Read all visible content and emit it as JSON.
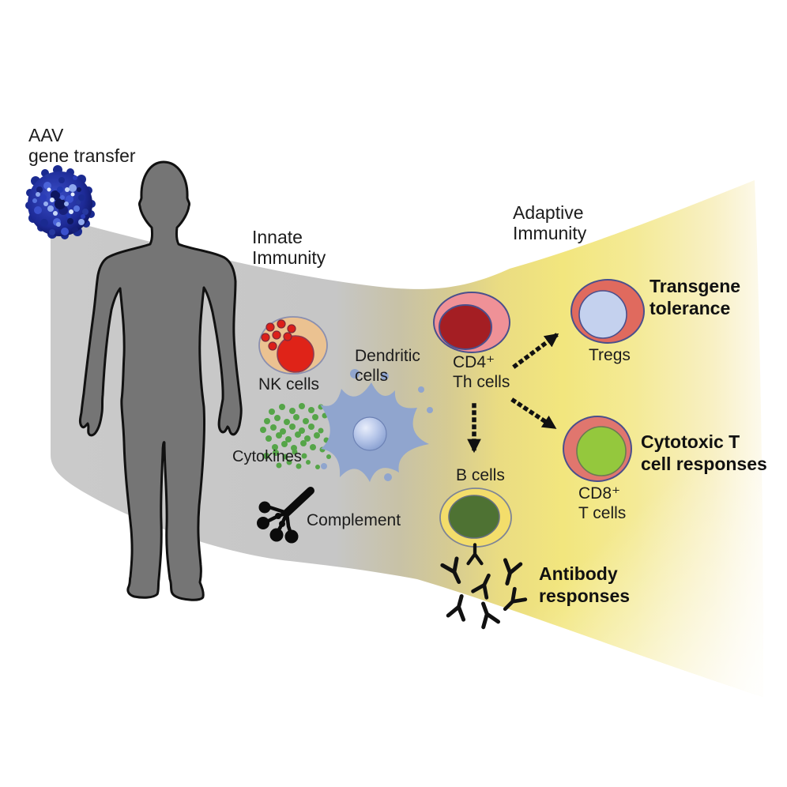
{
  "figure": {
    "description_labels": {
      "aav": "AAV\ngene transfer",
      "innate": "Innate\nImmunity",
      "adaptive": "Adaptive\nImmunity",
      "nk_cells": "NK cells",
      "dendritic_cells": "Dendritic\ncells",
      "cytokines": "Cytokines",
      "complement": "Complement",
      "cd4": "CD4⁺\nTh cells",
      "b_cells": "B cells",
      "tregs": "Tregs",
      "cd8": "CD8⁺\nT cells",
      "transgene_tolerance": "Transgene\ntolerance",
      "cytotoxic": "Cytotoxic T\ncell responses",
      "antibody_responses": "Antibody\nresponses"
    },
    "colors": {
      "band_gray": "#c6c6c6",
      "cone_yellow": "#f2e67e",
      "body_gray": "#757575",
      "outline_black": "#111111",
      "virus_blue": "#2636a8",
      "nk_outer_peach": "#ebc291",
      "nk_red": "#df2318",
      "dendritic_blue": "#90a5ce",
      "cytokine_green": "#55a548",
      "cd4_outer_pink": "#ef9197",
      "cd4_nucleus_red": "#a41e23",
      "tregs_outer_coral": "#e06a5e",
      "tregs_inner_periwinkle": "#c4d1ee",
      "cd8_inner_green": "#94c83d",
      "bcell_outer_yellow": "#f3dd6b",
      "bcell_inner_green": "#4e7233",
      "cell_outline_indigo": "#4a4f8c"
    }
  }
}
